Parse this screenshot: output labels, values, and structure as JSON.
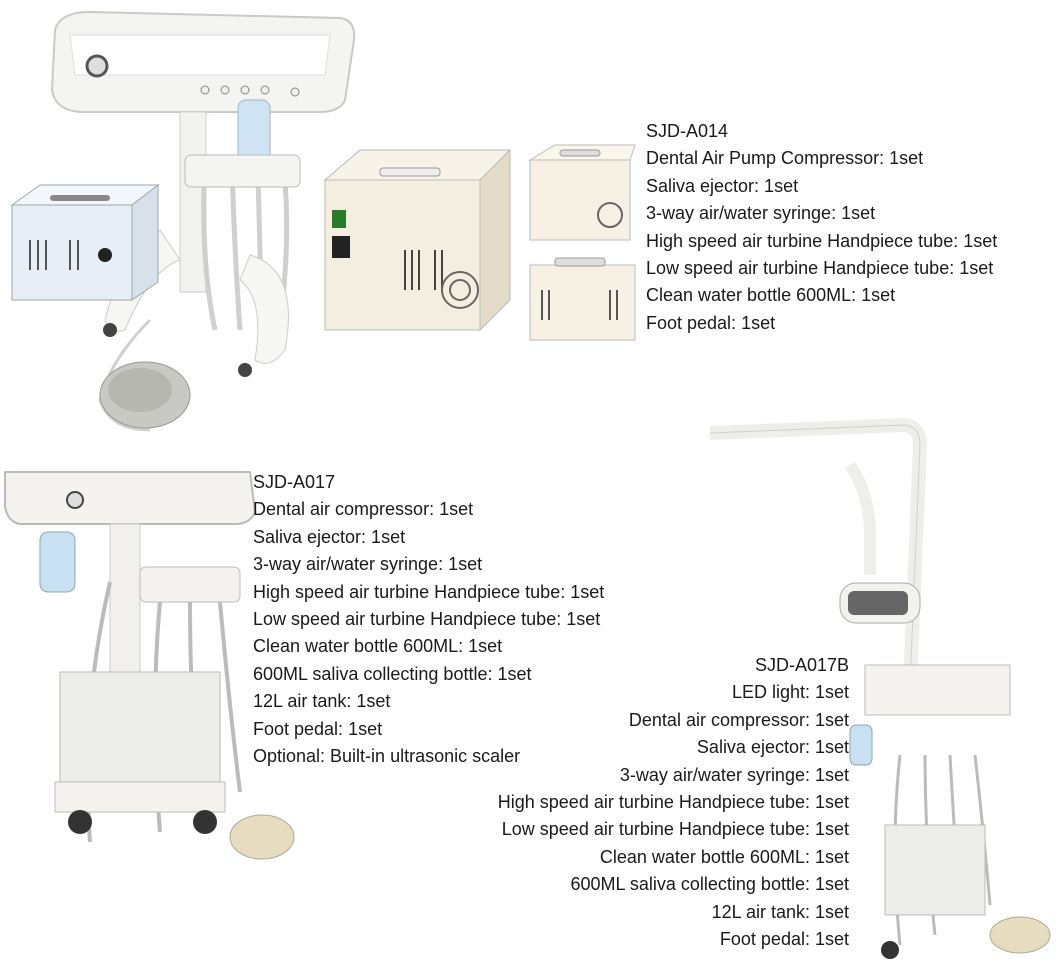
{
  "products": [
    {
      "model": "SJD-A014",
      "items": [
        "Dental Air Pump Compressor: 1set",
        "Saliva ejector: 1set",
        "3-way air/water syringe: 1set",
        "High speed air turbine Handpiece tube: 1set",
        "Low speed air turbine Handpiece tube: 1set",
        "Clean water bottle 600ML: 1set",
        "Foot pedal: 1set"
      ]
    },
    {
      "model": "SJD-A017",
      "items": [
        "Dental air compressor: 1set",
        "Saliva ejector: 1set",
        "3-way air/water syringe: 1set",
        "High speed air turbine Handpiece tube: 1set",
        "Low speed air turbine Handpiece tube: 1set",
        "Clean water bottle 600ML: 1set",
        "600ML saliva collecting bottle: 1set",
        "12L air tank: 1set",
        "Foot pedal: 1set",
        "Optional: Built-in ultrasonic scaler"
      ]
    },
    {
      "model": "SJD-A017B",
      "items": [
        "LED light: 1set",
        "Dental air compressor: 1set",
        "Saliva ejector: 1set",
        "3-way air/water syringe: 1set",
        "High speed air turbine Handpiece tube: 1set",
        "Low speed air turbine Handpiece tube: 1set",
        "Clean water bottle 600ML: 1set",
        "600ML saliva collecting bottle: 1set",
        "12L air tank: 1set",
        "Foot pedal: 1set"
      ]
    }
  ]
}
